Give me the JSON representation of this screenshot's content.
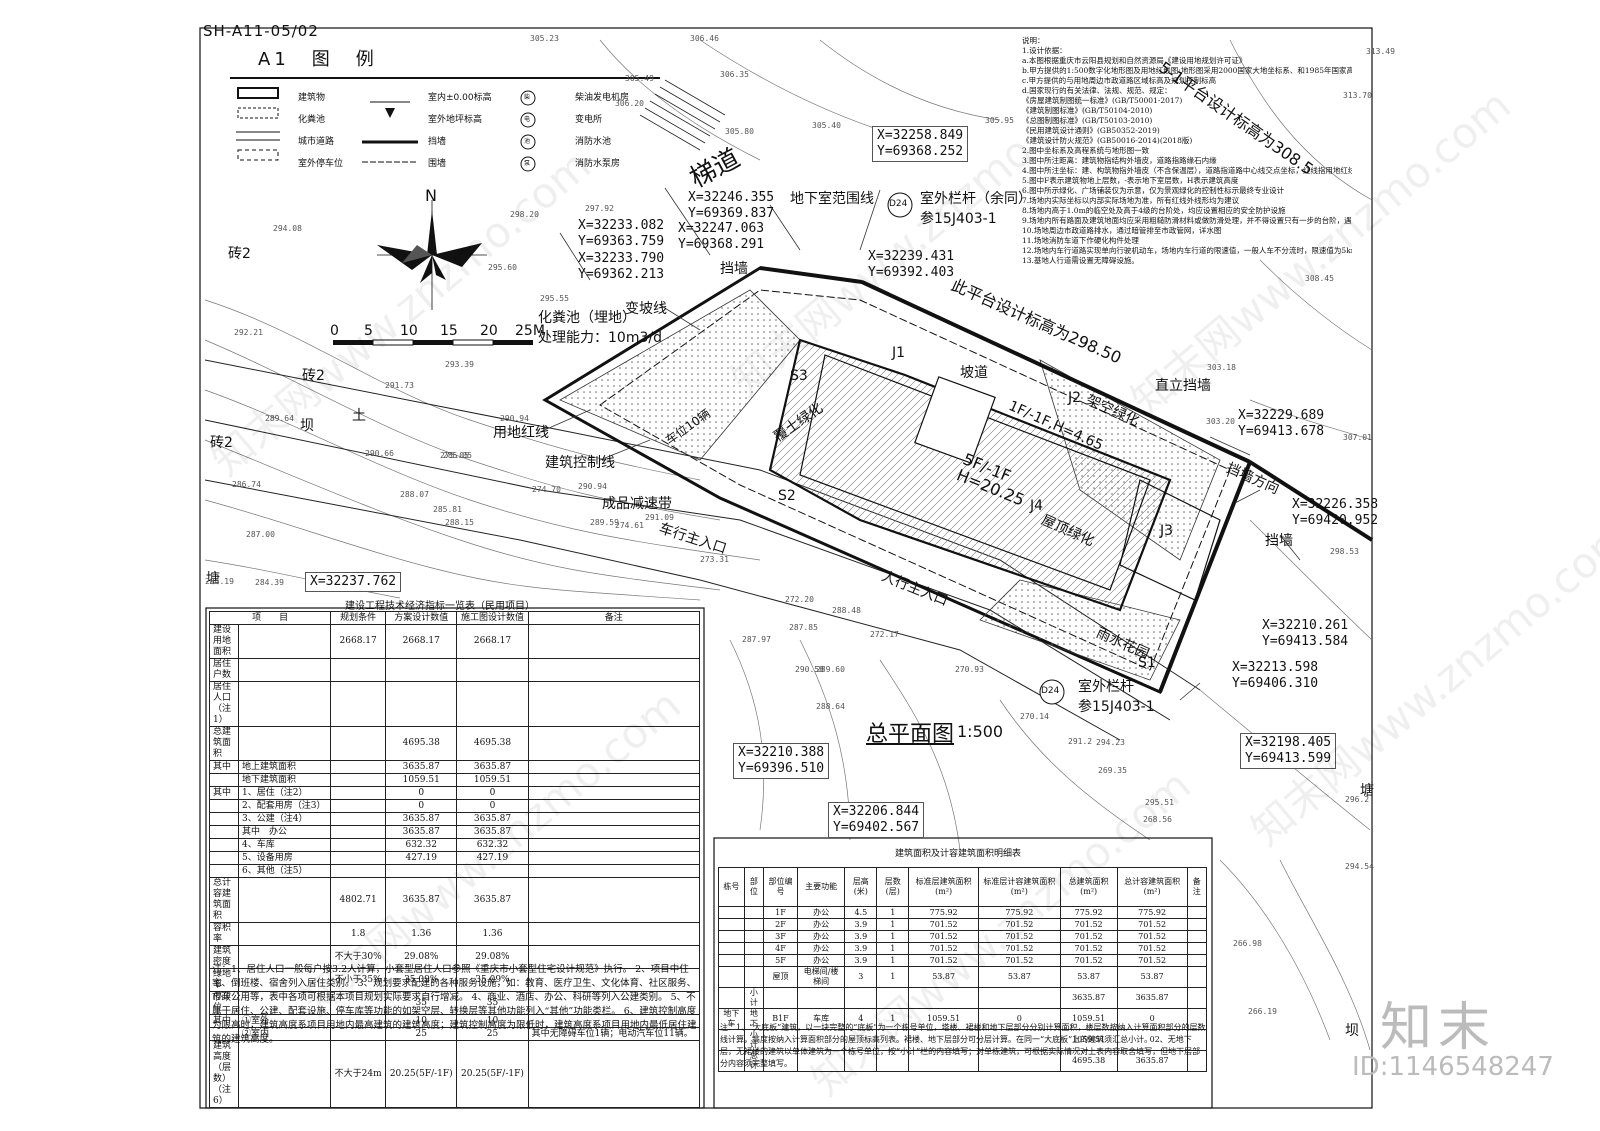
{
  "sheet": {
    "sheet_code": "SH-A11-05/02",
    "scale_bar_labels": [
      "0",
      "5",
      "10",
      "15",
      "20",
      "25M"
    ],
    "north_label": "N"
  },
  "legend": {
    "title": "A1　图　例",
    "items": [
      [
        "建筑物",
        "室内±0.00标高",
        "柴油发电机房"
      ],
      [
        "化粪池",
        "室外地坪标高",
        "变电所"
      ],
      [
        "城市道路",
        "挡墙",
        "消防水池"
      ],
      [
        "室外停车位",
        "围墙",
        "消防水泵房"
      ]
    ],
    "circle_symbols": [
      "柴",
      "电",
      "池",
      "泵"
    ]
  },
  "design_notes": {
    "heading": "说明：",
    "lines": [
      "1.设计依据：",
      "a.本图根据重庆市云阳县规划和自然资源局《建设用地规划许可证》",
      "b.甲方提供的1:500数字化地形图及用地红线图:地形图采用2000国家大地坐标系、和1985年国家高程基准;",
      "c.甲方提供的与用地周边市政道路区域标高及规划控制标高",
      "d.国家现行的有关法律、法规、规范、规定：",
      "《房屋建筑制图统一标准》(GB/T50001-2017)",
      "《建筑制图标准》(GB/T50104-2010)",
      "《总图制图标准》(GB/T50103-2010)",
      "《民用建筑设计通则》(GB50352-2019)",
      "《建筑设计防火规范》(GB50016-2014)(2018版)",
      "2.图中坐标系及高程系统与地形图一致",
      "3.图中所注距离：建筑物指结构外墙皮，道路指路缘石内缘",
      "4.图中所注坐标：建、构筑物指外墙皮（不含保温层），道路指道路中心线交点坐标，红线指用地红线转折线坐标",
      "5.图中F表示建筑物地上层数，-表示地下室层数，H表示建筑高度",
      "6.图中所示绿化、广场铺装仅为示意，仅为景观绿化的控制性标示最终专业设计",
      "7.场地内实际坐标以内部实际场地为准，所有红线外线形均为建议",
      "8.场地内高于1.0m的临空处及高于4级的台阶处，均应设置相应的安全防护设施",
      "9.场地内所有路面及建筑地面均应采用粗糙防滑材料或做防滑处理，并不得设置只有一步的台阶，遇到时，可做成斜坡",
      "10.场地周边市政道路排水，通过暗管排至市政管网，详水图",
      "11.场地消防车道下作硬化构件处理",
      "12.场地内车行道路实现单向行驶机动车，场地内车行道的限速值，一般人车不分流时，限速值为5km/h。",
      "13.基地人行道需设置无障碍设施。"
    ]
  },
  "plan": {
    "title": "总平面图",
    "scale": "1:500",
    "labels": [
      "梯道",
      "地下室范围线",
      "挡墙",
      "变坡线",
      "化粪池（埋地）",
      "处理能力：10m3/d",
      "用地红线",
      "建筑控制线",
      "成品减速带",
      "车行主入口",
      "人行主入口",
      "直立挡墙",
      "挡墙方向",
      "挡墙",
      "室外栏杆（余同）",
      "参15J403-1",
      "室外栏杆",
      "参15J403-1",
      "此平台设计标高为298.50",
      "5-1平台设计标高为308.5",
      "1F/-1F,H=4.65",
      "5F/-1F",
      "H=20.25",
      "J4",
      "J3",
      "J2",
      "J1",
      "S1",
      "S2",
      "S3",
      "坡道",
      "覆土绿化",
      "屋顶绿化",
      "架空绿化",
      "雨水花园",
      "车位10辆",
      "砖2",
      "砖2",
      "砖2",
      "坝",
      "土",
      "塘",
      "塘",
      "坝",
      "D24",
      "D24"
    ],
    "coords": [
      [
        "X=32258.849",
        "Y=69368.252"
      ],
      [
        "X=32246.355",
        "Y=69369.837"
      ],
      [
        "X=32247.063",
        "Y=69368.291"
      ],
      [
        "X=32233.082",
        "Y=69363.759"
      ],
      [
        "X=32233.790",
        "Y=69362.213"
      ],
      [
        "X=32239.431",
        "Y=69392.403"
      ],
      [
        "X=32229.689",
        "Y=69413.678"
      ],
      [
        "X=32226.358",
        "Y=69420.952"
      ],
      [
        "X=32210.261",
        "Y=69413.584"
      ],
      [
        "X=32213.598",
        "Y=69406.310"
      ],
      [
        "X=32198.405",
        "Y=69413.599"
      ],
      [
        "X=32210.388",
        "Y=69396.510"
      ],
      [
        "X=32206.844",
        "Y=69402.567"
      ],
      [
        "X=32237.762",
        ""
      ]
    ],
    "elevations": [
      "305.23",
      "306.46",
      "306.35",
      "305.49",
      "305.95",
      "305.80",
      "305.40",
      "306.20",
      "297.92",
      "298.20",
      "294.08",
      "295.60",
      "295.55",
      "292.21",
      "293.39",
      "291.73",
      "289.64",
      "290.94",
      "290.66",
      "288.07",
      "286.74",
      "285.81",
      "287.00",
      "284.19",
      "284.39",
      "285.05",
      "288.15",
      "289.59",
      "290.94",
      "291.09",
      "275.05",
      "274.70",
      "274.61",
      "273.31",
      "272.20",
      "272.17",
      "270.93",
      "270.14",
      "269.35",
      "268.56",
      "295.51",
      "266.98",
      "266.19",
      "313.49",
      "313.70",
      "308.45",
      "303.18",
      "303.20",
      "307.01",
      "298.53",
      "291.2",
      "294.23",
      "296.2",
      "294.54",
      "289.60",
      "290.58",
      "288.64",
      "287.97",
      "288.48",
      "287.85"
    ]
  },
  "eco_table": {
    "title": "建设工程技术经济指标一览表（民用项目）",
    "headers": [
      "项　　目",
      "规划条件",
      "方案设计数值",
      "施工图设计数值",
      "备注"
    ],
    "rows": [
      [
        "建设用地面积",
        "",
        "2668.17",
        "2668.17",
        "2668.17",
        ""
      ],
      [
        "居住户数",
        "",
        "",
        "",
        "",
        ""
      ],
      [
        "居住人口（注1）",
        "",
        "",
        "",
        "",
        ""
      ],
      [
        "总建筑面积",
        "",
        "",
        "4695.38",
        "4695.38",
        ""
      ],
      [
        "其中",
        "地上建筑面积",
        "",
        "3635.87",
        "3635.87",
        ""
      ],
      [
        "",
        "地下建筑面积",
        "",
        "1059.51",
        "1059.51",
        ""
      ],
      [
        "其中",
        "1、居住（注2）",
        "",
        "0",
        "0",
        ""
      ],
      [
        "",
        "2、配套用房（注3）",
        "",
        "0",
        "0",
        ""
      ],
      [
        "",
        "3、公建（注4）",
        "",
        "3635.87",
        "3635.87",
        ""
      ],
      [
        "",
        "其中　办公",
        "",
        "3635.87",
        "3635.87",
        ""
      ],
      [
        "",
        "4、车库",
        "",
        "632.32",
        "632.32",
        ""
      ],
      [
        "",
        "5、设备用房",
        "",
        "427.19",
        "427.19",
        ""
      ],
      [
        "",
        "6、其他（注5）",
        "",
        "",
        "",
        ""
      ],
      [
        "总计容建筑面积",
        "",
        "4802.71",
        "3635.87",
        "3635.87",
        ""
      ],
      [
        "容积率",
        "",
        "1.8",
        "1.36",
        "1.36",
        ""
      ],
      [
        "建筑密度",
        "",
        "不大于30%",
        "29.08%",
        "29.08%",
        ""
      ],
      [
        "绿地率",
        "",
        "不小于35%",
        "35.09%",
        "35.09%",
        ""
      ],
      [
        "停车位",
        "",
        "",
        "35",
        "35",
        ""
      ],
      [
        "其中",
        "①室外",
        "",
        "10",
        "10",
        ""
      ],
      [
        "",
        "②室内",
        "",
        "25",
        "25",
        "其中无障碍车位1辆；电动汽车位11辆。"
      ],
      [
        "建筑高度（层数）（注6）",
        "",
        "不大于24m",
        "20.25(5F/-1F)",
        "20.25(5F/-1F)",
        ""
      ]
    ],
    "notes": "注：1、居住人口一般每户按3.2人计算，小套型居住人口参照《重庆市小套型住宅设计规范》执行。 2、项目中住宅、倒班楼、宿舍列入居住类别。 3、规划要求配建的各种服务设施，如：教育、医疗卫生、文化体育、社区服务、市政公用等，表中各项可根据本项目规划实际要求自行增减。 4、商业、酒店、办公、科研等列入公建类别。 5、不属于居住、公建、配套设施、停车库等功能的如架空层、转换层等其他功能列入“其他”功能类栏。 6、建筑控制高度为限高时，建筑高度系项目用地内最高建筑的建筑高度；建筑控制高度为限低时，建筑高度系项目用地内最低居住建筑的建筑高度。"
  },
  "area_table": {
    "title": "建筑面积及计容建筑面积明细表",
    "headers": [
      "栋号",
      "部位",
      "部位编号",
      "主要功能",
      "层高(米)",
      "层数(层)",
      "标准层建筑面积(m²)",
      "标准层计容建筑面积(m²)",
      "总建筑面积(m²)",
      "总计容建筑面积(m²)",
      "备注"
    ],
    "rows": [
      [
        "",
        "",
        "1F",
        "办公",
        "4.5",
        "1",
        "775.92",
        "775.92",
        "775.92",
        "775.92",
        ""
      ],
      [
        "",
        "",
        "2F",
        "办公",
        "3.9",
        "1",
        "701.52",
        "701.52",
        "701.52",
        "701.52",
        ""
      ],
      [
        "",
        "",
        "3F",
        "办公",
        "3.9",
        "1",
        "701.52",
        "701.52",
        "701.52",
        "701.52",
        ""
      ],
      [
        "",
        "",
        "4F",
        "办公",
        "3.9",
        "1",
        "701.52",
        "701.52",
        "701.52",
        "701.52",
        ""
      ],
      [
        "",
        "",
        "5F",
        "办公",
        "3.9",
        "1",
        "701.52",
        "701.52",
        "701.52",
        "701.52",
        ""
      ],
      [
        "",
        "",
        "屋顶",
        "电梯间/楼梯间",
        "3",
        "1",
        "53.87",
        "53.87",
        "53.87",
        "53.87",
        ""
      ],
      [
        "",
        "小计",
        "",
        "",
        "",
        "",
        "",
        "",
        "3635.87",
        "3635.87",
        ""
      ],
      [
        "地下车",
        "地下",
        "B1F",
        "车库",
        "4",
        "1",
        "1059.51",
        "0",
        "1059.51",
        "0",
        ""
      ],
      [
        "",
        "小计",
        "",
        "",
        "",
        "",
        "",
        "",
        "1059.51",
        "0",
        ""
      ],
      [
        "",
        "总计",
        "",
        "",
        "",
        "",
        "",
        "",
        "4695.38",
        "3635.87",
        ""
      ]
    ],
    "notes": "注：1、“大底板”建筑，以一块完整的“底板”为一个栋号单位，塔楼、裙楼和地下层部分分别计算面积，楼层数按纳入计算面积部分的层数线计算，高度按纳入计算面积部分的屋顶标高列表。裙楼、地下层部分可分层计算。在同一“大底板”上的建筑须汇总小计。 2、无地下层，无裙楼的建筑以单体建筑为一个栋号单位，按“小计”栏的内容填写；对单栋建筑，可根据实际情况对上表内容取舍填写，但地下层部分内容须完整填写。"
  },
  "branding": {
    "logo_text": "知末",
    "id_text": "ID:1146548247",
    "watermark_text": "知末网www.znzmo.com"
  },
  "colors": {
    "line": "#111111",
    "thin_line": "#555555",
    "background": "#ffffff"
  }
}
